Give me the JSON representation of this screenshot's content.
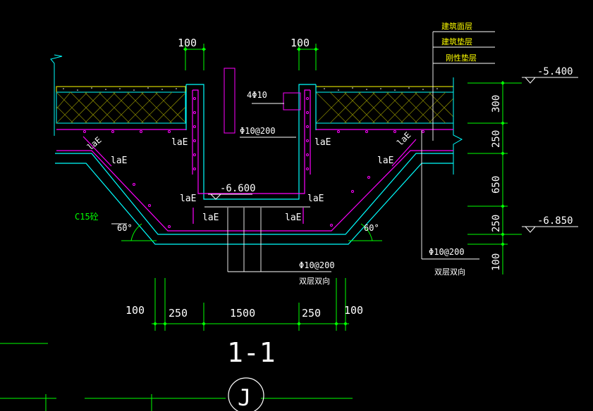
{
  "drawing": {
    "section_title": "1-1",
    "axis_label": "J",
    "colors": {
      "background": "#000000",
      "concrete": "#00ffff",
      "rebar": "#ff00ff",
      "dimension": "#00ff00",
      "text_white": "#ffffff",
      "text_yellow": "#ffff00",
      "hatch": "#808000"
    },
    "layer_notes": {
      "top": "建筑面层",
      "middle": "建筑垫层",
      "bottom": "刚性垫层"
    },
    "elevations": {
      "top": "-5.400",
      "pit_bottom": "-6.600",
      "slab_bottom": "-6.850"
    },
    "top_dims": {
      "left": "100",
      "right": "100"
    },
    "right_dims": {
      "d1": "300",
      "d2": "250",
      "d3": "650",
      "d4": "250",
      "d5": "100"
    },
    "bottom_dims": {
      "d1": "100",
      "d2": "250",
      "d3": "1500",
      "d4": "250",
      "d5": "100"
    },
    "rebar": {
      "main": "4Φ10",
      "stirrup": "Φ10@200",
      "bottom": "Φ10@200",
      "bottom_note": "双层双向",
      "right": "Φ10@200",
      "right_note": "双层双向"
    },
    "anchor_labels": {
      "lae": "laE"
    },
    "concrete_note": "C15砼",
    "angles": {
      "left": "60°",
      "right": "60°"
    }
  }
}
